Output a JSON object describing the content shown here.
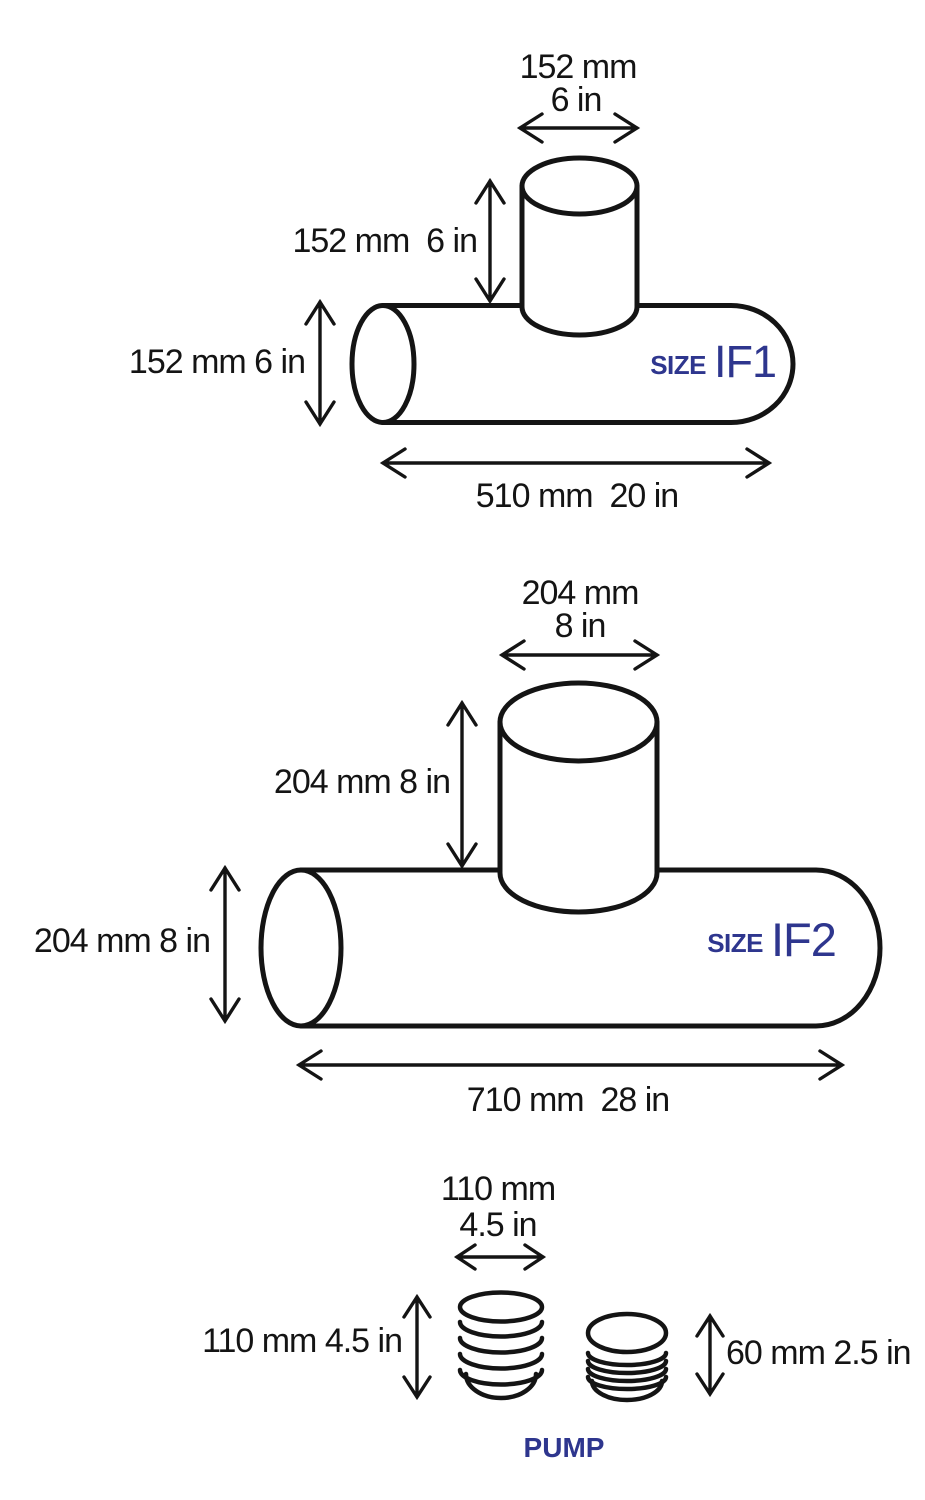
{
  "colors": {
    "accent": "#2e368e",
    "line": "#141414"
  },
  "figures": [
    {
      "size_prefix": "SIZE",
      "size_name": "IF1",
      "dims": {
        "branch_width_mm": "152 mm",
        "branch_width_in": "6 in",
        "branch_height": "152 mm  6 in",
        "body_diameter": "152 mm 6 in",
        "body_length": "510 mm  20 in"
      }
    },
    {
      "size_prefix": "SIZE",
      "size_name": "IF2",
      "dims": {
        "branch_width_mm": "204 mm",
        "branch_width_in": "8 in",
        "branch_height": "204 mm 8 in",
        "body_diameter": "204 mm 8 in",
        "body_length": "710 mm  28 in"
      }
    }
  ],
  "pump": {
    "label": "PUMP",
    "dims": {
      "width_mm": "110 mm",
      "width_in": "4.5 in",
      "height_tall": "110 mm 4.5 in",
      "height_short": "60 mm 2.5 in"
    }
  }
}
